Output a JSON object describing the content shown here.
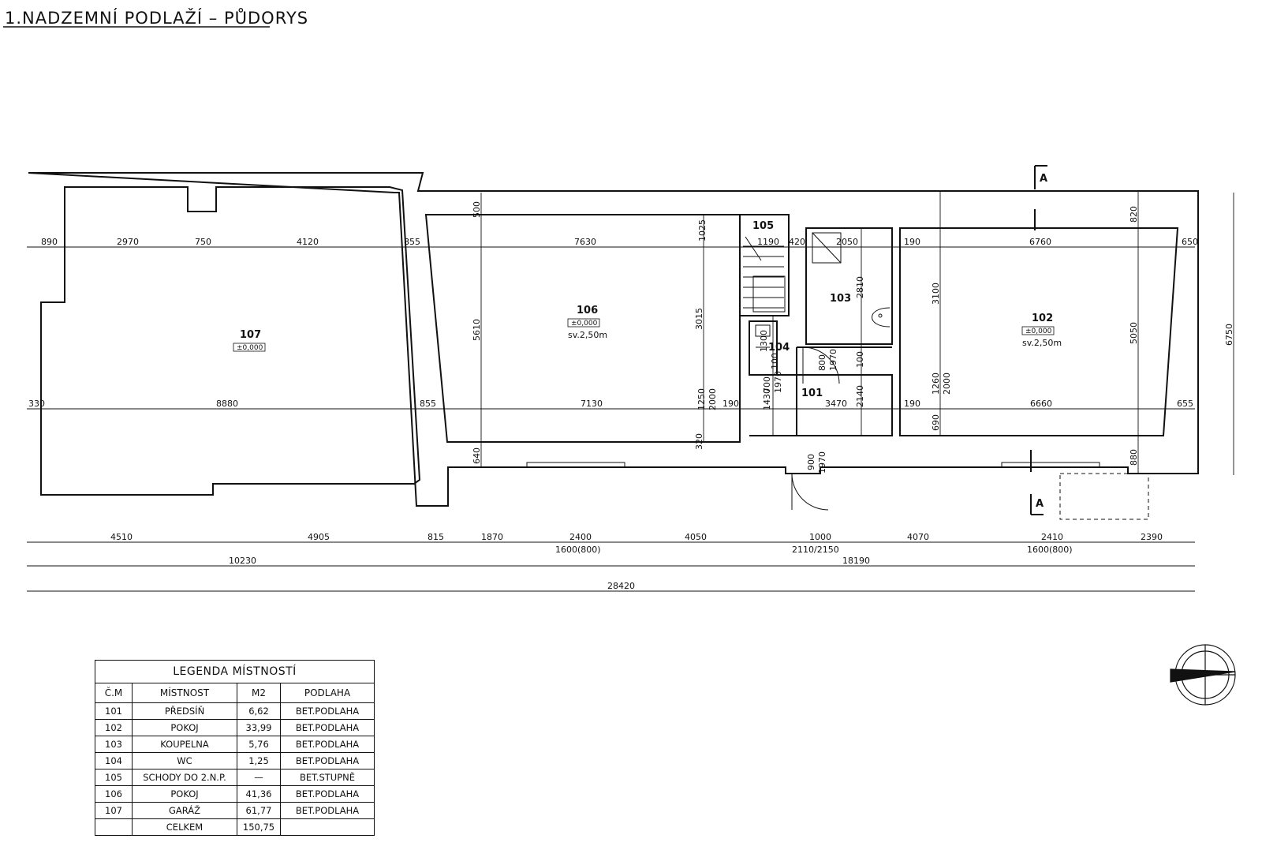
{
  "title": "1.NADZEMNÍ PODLAŽÍ – PŮDORYS",
  "section_marker": "A",
  "rooms": {
    "r101": {
      "number": "101"
    },
    "r102": {
      "number": "102",
      "level": "±0,000",
      "height": "sv.2,50m"
    },
    "r103": {
      "number": "103"
    },
    "r104": {
      "number": "104"
    },
    "r105": {
      "number": "105"
    },
    "r106": {
      "number": "106",
      "level": "±0,000",
      "height": "sv.2,50m"
    },
    "r107": {
      "number": "107",
      "level": "±0,000"
    }
  },
  "dims": {
    "top": [
      "890",
      "2970",
      "750",
      "4120",
      "855",
      "7630",
      "1025",
      "1190",
      "420",
      "2050",
      "190",
      "6760",
      "650"
    ],
    "mid": [
      "330",
      "8880",
      "855",
      "7130",
      "1250",
      "2000",
      "190",
      "1430",
      "3470",
      "190",
      "6660",
      "655"
    ],
    "vertical": [
      "500",
      "5610",
      "640",
      "3015",
      "320",
      "1300",
      "100",
      "700",
      "1970",
      "800",
      "1970",
      "100",
      "2810",
      "2140",
      "900",
      "1970",
      "3100",
      "1260",
      "2000",
      "690",
      "820",
      "5050",
      "880",
      "6750"
    ],
    "row1": [
      "4510",
      "4905",
      "815",
      "1870",
      "2400",
      "4050",
      "1000",
      "4070",
      "2410",
      "2390"
    ],
    "openings": [
      "1600(800)",
      "2110/2150",
      "1600(800)"
    ],
    "row2": [
      "10230",
      "18190"
    ],
    "row3": [
      "28420"
    ]
  },
  "legend": {
    "title": "LEGENDA MÍSTNOSTÍ",
    "headers": [
      "Č.M",
      "MÍSTNOST",
      "M2",
      "PODLAHA"
    ],
    "rows": [
      [
        "101",
        "PŘEDSÍŇ",
        "6,62",
        "BET.PODLAHA"
      ],
      [
        "102",
        "POKOJ",
        "33,99",
        "BET.PODLAHA"
      ],
      [
        "103",
        "KOUPELNA",
        "5,76",
        "BET.PODLAHA"
      ],
      [
        "104",
        "WC",
        "1,25",
        "BET.PODLAHA"
      ],
      [
        "105",
        "SCHODY DO 2.N.P.",
        "—",
        "BET.STUPNĚ"
      ],
      [
        "106",
        "POKOJ",
        "41,36",
        "BET.PODLAHA"
      ],
      [
        "107",
        "GARÁŽ",
        "61,77",
        "BET.PODLAHA"
      ],
      [
        "",
        "CELKEM",
        "150,75",
        ""
      ]
    ]
  }
}
